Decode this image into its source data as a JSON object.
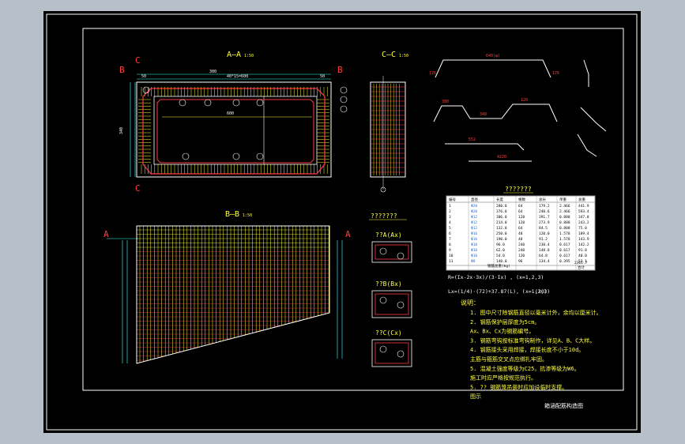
{
  "drawing": {
    "view_aa": {
      "title": "A—A",
      "scale": "1:50",
      "sec_left": "B",
      "sec_right": "B",
      "cut_top": "C",
      "cut_bottom": "C",
      "dims": {
        "top_total": "40*15=600",
        "top_a": "50",
        "top_b": "300",
        "top_c": "50",
        "inner": "600",
        "left_h": "340"
      }
    },
    "view_cc": {
      "title": "C—C",
      "scale": "1:50"
    },
    "view_bb": {
      "title": "B—B",
      "scale": "1:50",
      "sec_left": "A",
      "sec_right": "A"
    },
    "shape_dims": {
      "top": "640(φ)",
      "mid_left": "380",
      "mid_right": "120",
      "mid_c": "348",
      "bottom_a": "552",
      "bottom_b": "4220"
    },
    "detail_group_title": "???????",
    "details": [
      {
        "label": "??A(Ax)"
      },
      {
        "label": "??B(Bx)"
      },
      {
        "label": "??C(Cx)"
      }
    ],
    "table": {
      "title": "???????",
      "headers": [
        "编号",
        "直径",
        "长度",
        "根数",
        "总长",
        "单重",
        "总重"
      ],
      "rows": [
        [
          "1",
          "Φ20",
          "280.0",
          "64",
          "179.2",
          "2.466",
          "441.9"
        ],
        [
          "2",
          "Φ20",
          "376.0",
          "64",
          "240.6",
          "2.466",
          "593.4"
        ],
        [
          "3",
          "Φ12",
          "306.0",
          "128",
          "391.7",
          "0.888",
          "347.8"
        ],
        [
          "4",
          "Φ12",
          "214.0",
          "128",
          "273.9",
          "0.888",
          "243.2"
        ],
        [
          "5",
          "Φ12",
          "132.0",
          "64",
          "84.5",
          "0.888",
          "75.0"
        ],
        [
          "6",
          "Φ16",
          "250.0",
          "48",
          "120.0",
          "1.578",
          "189.4"
        ],
        [
          "7",
          "Φ16",
          "190.0",
          "48",
          "91.2",
          "1.578",
          "143.9"
        ],
        [
          "8",
          "Φ10",
          "96.0",
          "240",
          "230.4",
          "0.617",
          "142.2"
        ],
        [
          "9",
          "Φ10",
          "62.0",
          "240",
          "148.8",
          "0.617",
          "91.8"
        ],
        [
          "10",
          "Φ10",
          "54.0",
          "120",
          "64.8",
          "0.617",
          "40.0"
        ],
        [
          "11",
          "Φ8",
          "140.0",
          "96",
          "134.4",
          "0.395",
          "53.1"
        ]
      ],
      "total_label": "钢筋总重(kg)",
      "total_value": "2361.7",
      "footer": "合计"
    },
    "formula_1": "R=(Ix-2x·3x)/(3·Ix) , (x=1,2,3)",
    "formula_2": "Lx=(1/4)·(72)+37.87(L), (x=1,2,3)",
    "formula_2b": "(30)",
    "notes": {
      "heading": "说明：",
      "lines": [
        "1. 图中尺寸除钢筋直径以毫米计外，余均以厘米计。",
        "2. 钢筋保护层厚度为5cm。",
        "   Ax、Bx、Cx为钢筋编号。",
        "3. 钢筋弯钩按标准弯钩制作，详见A、B、C大样。",
        "4. 钢筋接头采用焊接，焊接长度不小于10d。",
        "   主筋与箍筋交叉点应绑扎牢固。",
        "5. 混凝土强度等级为C25，抗渗等级为W6。",
        "   施工时应严格按规范执行。",
        "5. 7? 钢筋笼吊装时应加设临时支撑。",
        "   图示"
      ]
    },
    "drawing_title": "箱涵配筋构造图"
  }
}
